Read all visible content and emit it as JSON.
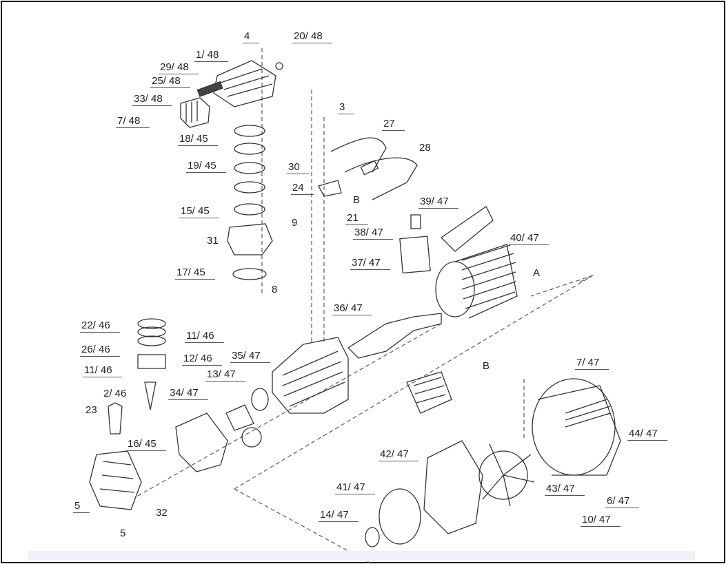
{
  "diagram": {
    "type": "exploded parts diagram - air compressor pump and motor",
    "labels": [
      "4",
      "20/ 48",
      "1/ 48",
      "29/ 48",
      "25/ 48",
      "33/ 48",
      "7/ 48",
      "18/ 45",
      "3",
      "27",
      "28",
      "19/ 45",
      "30",
      "24",
      "B",
      "39/ 47",
      "15/ 45",
      "21",
      "9",
      "38/ 47",
      "31",
      "40/ 47",
      "37/ 47",
      "17/ 45",
      "A",
      "8",
      "36/ 47",
      "22/ 46",
      "11/ 46",
      "26/ 46",
      "12/ 46",
      "35/ 47",
      "7/ 47",
      "11/ 46",
      "13/ 47",
      "B",
      "2/ 46",
      "34/ 47",
      "23",
      "44/ 47",
      "16/ 45",
      "42/ 47",
      "41/ 47",
      "43/ 47",
      "6/ 47",
      "5",
      "32",
      "14/ 47",
      "10/ 47",
      "5"
    ]
  }
}
